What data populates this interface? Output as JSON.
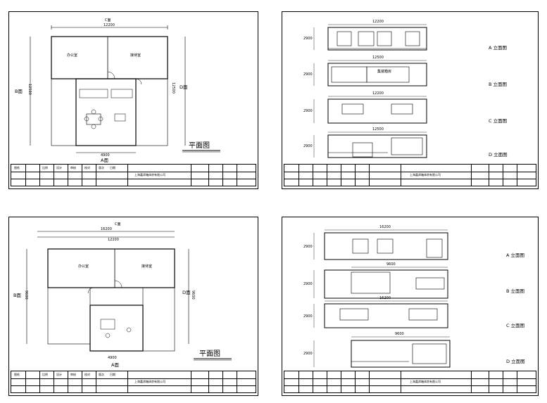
{
  "sheets": [
    {
      "id": "s1",
      "kind": "plan",
      "dims": {
        "top": "12200",
        "left_vertical": "12500",
        "right_vertical": "12500",
        "bottom": "4900"
      },
      "faces": {
        "top": "C面",
        "left": "B面",
        "right": "D面",
        "bottom": "A面"
      },
      "plan_title": "平面图",
      "rooms": [
        "办公室",
        "接待室"
      ],
      "company": "上海嘉邦箱体房有限公司",
      "tb_headers": [
        "图纸",
        "比例",
        "设计",
        "审核",
        "校对",
        "版次",
        "日期"
      ]
    },
    {
      "id": "s2",
      "kind": "elevation",
      "rows": [
        {
          "dim": "12200",
          "label": "A 立面图"
        },
        {
          "dim": "12500",
          "label": "B 立面图",
          "sign": "集装箱房"
        },
        {
          "dim": "12200",
          "label": "C 立面图"
        },
        {
          "dim": "12500",
          "label": "D 立面图"
        }
      ],
      "height_dim": "2900",
      "company": "上海嘉邦箱体房有限公司"
    },
    {
      "id": "s3",
      "kind": "plan",
      "dims": {
        "top": "16200",
        "top_inner": "12200",
        "left_vertical": "9600",
        "right_vertical": "9600",
        "bottom": "4900"
      },
      "faces": {
        "top": "C面",
        "left": "B面",
        "right": "D面",
        "bottom": "A面"
      },
      "plan_title": "平面图",
      "rooms": [
        "办公室",
        "接待室"
      ],
      "company": "上海嘉邦箱体房有限公司",
      "tb_headers": [
        "图纸",
        "比例",
        "设计",
        "审核",
        "校对",
        "版次",
        "日期"
      ]
    },
    {
      "id": "s4",
      "kind": "elevation",
      "rows": [
        {
          "dim": "16200",
          "label": "A 立面图"
        },
        {
          "dim": "9600",
          "label": "B 立面图"
        },
        {
          "dim": "16200",
          "label": "C 立面图"
        },
        {
          "dim": "9600",
          "label": "D 立面图"
        }
      ],
      "height_dim": "2900",
      "company": "上海嘉邦箱体房有限公司"
    }
  ]
}
